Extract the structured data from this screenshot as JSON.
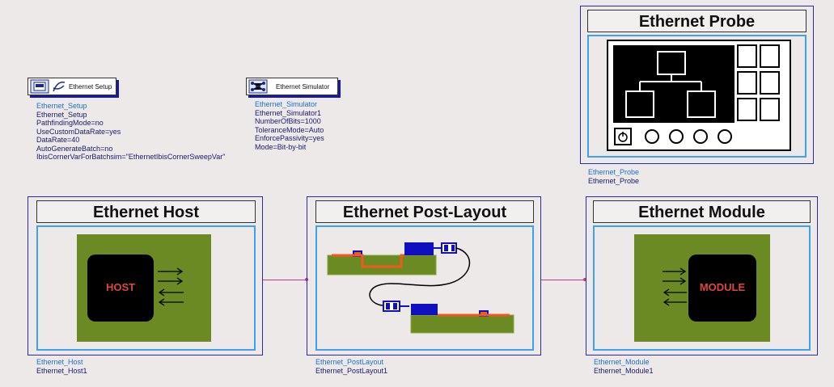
{
  "setup": {
    "label": "Ethernet Setup",
    "name": "Ethernet_Setup",
    "params": [
      "Ethernet_Setup",
      "PathfindingMode=no",
      "UseCustomDataRate=yes",
      "DataRate=40",
      "AutoGenerateBatch=no",
      "IbisCornerVarForBatchsim=\"EthernetIbisCornerSweepVar\""
    ]
  },
  "simulator": {
    "label": "Ethernet Simulator",
    "name": "Ethernet_Simulator",
    "params": [
      "Ethernet_Simulator1",
      "NumberOfBits=1000",
      "ToleranceMode=Auto",
      "EnforcePassivity=yes",
      "Mode=Bit-by-bit"
    ]
  },
  "probe": {
    "title": "Ethernet Probe",
    "name": "Ethernet_Probe",
    "instance": "Ethernet_Probe"
  },
  "host": {
    "title": "Ethernet Host",
    "chip_label": "HOST",
    "name": "Ethernet_Host",
    "instance": "Ethernet_Host1"
  },
  "post_layout": {
    "title": "Ethernet Post-Layout",
    "name": "Ethernet_PostLayout",
    "instance": "Ethernet_PostLayout1"
  },
  "module": {
    "title": "Ethernet Module",
    "chip_label": "MODULE",
    "name": "Ethernet_Module",
    "instance": "Ethernet_Module1"
  },
  "colors": {
    "board_green": "#6b8a23",
    "chip_black": "#000000",
    "chip_text": "#e0463a",
    "trace_orange": "#f05a1e",
    "connector_blue": "#1010c0"
  }
}
